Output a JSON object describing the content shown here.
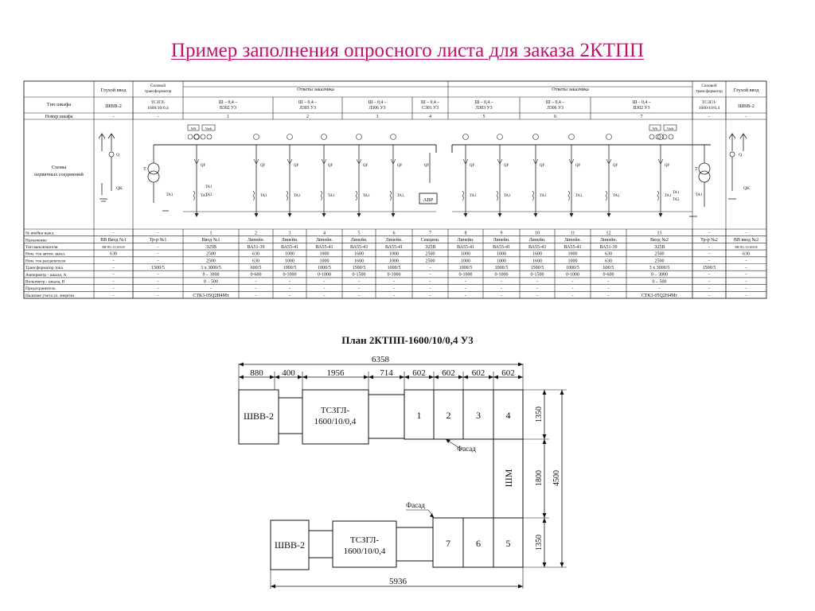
{
  "title": "Пример заполнения опросного листа для заказа 2КТПП",
  "sheet": {
    "top_headers": [
      "Глухой ввод",
      "Силовой трансформатор",
      "Ответы заказчика",
      "Ответы заказчика",
      "Силовой трансформатор",
      "Глухой ввод"
    ],
    "row_labels": [
      "Тип шкафа",
      "Номер шкафа",
      "Схемы первичных соединений",
      "№ ячейки выкл.",
      "Назначение",
      "Тип выключателя",
      "Ном. ток автом. выкл.",
      "Ном. ток расцепителя",
      "Трансформатор тока",
      "Амперметр - шкала, А",
      "Вольтметр - шкала, В",
      "Предохранитель",
      "Наличие учета эл. энергии"
    ],
    "cabinet_types": [
      "ШВВ-2",
      "ТСЗГЛ-1600/10/0,4",
      "Ш – 0,4 – В302 У3",
      "Ш – 0,4 – Л303 У3",
      "Ш – 0,4 – Л306 У3",
      "Ш – 0,4 – С301 У3",
      "Ш – 0,4 – Л303 У3",
      "Ш – 0,4 – Л306 У3",
      "Ш – 0,4 – В302 У3",
      "ТСЗГЛ-1600/10/0,4",
      "ШВВ-2"
    ],
    "cabinet_numbers": [
      "-",
      "-",
      "1",
      "2",
      "3",
      "4",
      "5",
      "6",
      "7",
      "-",
      "-"
    ],
    "schematic_labels": {
      "meter_wh": "Wh",
      "meter_varh": "Varh",
      "Q": "Q",
      "QK": "QK",
      "T": "T",
      "TA1": "TA1",
      "TA2": "TA2",
      "TA3": "TA3",
      "QF": "QF",
      "AVR": "АВР"
    },
    "rows": [
      [
        "-",
        "-",
        "1",
        "2",
        "3",
        "4",
        "5",
        "6",
        "7",
        "8",
        "9",
        "10",
        "11",
        "12",
        "13",
        "-",
        "-"
      ],
      [
        "ВВ Ввод №1",
        "Тр-р №1",
        "Ввод №1",
        "Линейн.",
        "Линейн.",
        "Линейн.",
        "Линейн.",
        "Линейн.",
        "Секцион.",
        "Линейн.",
        "Линейн.",
        "Линейн.",
        "Линейн.",
        "Линейн.",
        "Ввод №2",
        "Тр-р №2",
        "ВВ ввод №2"
      ],
      [
        "ВВ/TEL-10-20/630",
        "-",
        "Э25В",
        "ВА51-39",
        "ВА55-41",
        "ВА55-41",
        "ВА55-43",
        "ВА55-41",
        "Э25В",
        "ВА55-41",
        "ВА55-41",
        "ВА55-43",
        "ВА55-41",
        "ВА51-39",
        "Э25В",
        "-",
        "ВВ/TEL-10-20/630"
      ],
      [
        "630",
        "-",
        "2500",
        "630",
        "1000",
        "1000",
        "1600",
        "1000",
        "2500",
        "1000",
        "1000",
        "1600",
        "1000",
        "630",
        "2500",
        "-",
        "630"
      ],
      [
        "-",
        "-",
        "2500",
        "630",
        "1000",
        "1000",
        "1600",
        "1000",
        "2500",
        "1000",
        "1000",
        "1600",
        "1000",
        "630",
        "2500",
        "-",
        "-"
      ],
      [
        "-",
        "1500/5",
        "3 х 3000/5",
        "600/5",
        "1000/5",
        "1000/5",
        "1500/5",
        "1000/5",
        "-",
        "1000/5",
        "1000/5",
        "1500/5",
        "1000/5",
        "600/5",
        "3 х 3000/5",
        "1500/5",
        "-"
      ],
      [
        "-",
        "-",
        "0 – 3000",
        "0-600",
        "0-1000",
        "0-1000",
        "0-1500",
        "0-1000",
        "-",
        "0-1000",
        "0-1000",
        "0-1500",
        "0-1000",
        "0-600",
        "0 – 3000",
        "-",
        "-"
      ],
      [
        "-",
        "-",
        "0 – 500",
        "-",
        "-",
        "-",
        "-",
        "-",
        "-",
        "-",
        "-",
        "-",
        "-",
        "-",
        "0 – 500",
        "-",
        "-"
      ],
      [
        "-",
        "-",
        "-",
        "-",
        "-",
        "-",
        "-",
        "-",
        "-",
        "-",
        "-",
        "-",
        "-",
        "-",
        "-",
        "-",
        "-"
      ],
      [
        "-",
        "-",
        "СТК3-05Q2Н4Мт",
        "-",
        "-",
        "-",
        "-",
        "-",
        "-",
        "-",
        "-",
        "-",
        "-",
        "-",
        "СТК3-05Q2Н4Мт",
        "-",
        "-"
      ]
    ]
  },
  "plan": {
    "title": "План 2КТПП-1600/10/0,4 У3",
    "total_top": "6358",
    "dims_top": [
      "880",
      "400",
      "1956",
      "714",
      "602",
      "602",
      "602",
      "602"
    ],
    "dim_right_top": "1350",
    "dim_right_mid": "1800",
    "dim_right_bottom": "1350",
    "dim_total_right": "4500",
    "total_bottom": "5936",
    "shvv_top": "ШВВ-2",
    "transformer_top": "ТСЗГЛ-1600/10/0,4",
    "cells_top": [
      "1",
      "2",
      "3",
      "4"
    ],
    "shm": "ШМ",
    "cells_bottom": [
      "7",
      "6",
      "5"
    ],
    "shvv_bottom": "ШВВ-2",
    "transformer_bottom": "ТСЗГЛ-1600/10/0,4",
    "facade_top": "Фасад",
    "facade_bottom": "Фасад"
  }
}
